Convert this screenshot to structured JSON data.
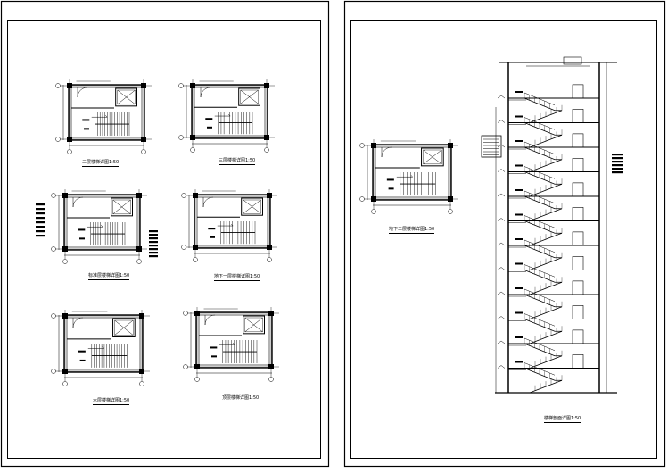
{
  "sheets": [
    {
      "id": "left-sheet",
      "plans": [
        {
          "id": "plan-2f",
          "caption": "二层楼梯详图1:50"
        },
        {
          "id": "plan-3f",
          "caption": "三层楼梯详图1:50"
        },
        {
          "id": "plan-std",
          "caption": "标准层楼梯详图1:50"
        },
        {
          "id": "plan-b1",
          "caption": "地下一层楼梯详图1:50"
        },
        {
          "id": "plan-6f",
          "caption": "六层楼梯详图1:50"
        },
        {
          "id": "plan-top",
          "caption": "顶层楼梯详图1:50"
        }
      ]
    },
    {
      "id": "right-sheet",
      "plans": [
        {
          "id": "plan-b2",
          "caption": "地下二层楼梯详图1:50"
        }
      ],
      "section": {
        "id": "stair-section",
        "caption": "楼梯剖面详图1:50",
        "flights": 12
      }
    }
  ],
  "colors": {
    "line": "#000000",
    "paper": "#ffffff"
  }
}
